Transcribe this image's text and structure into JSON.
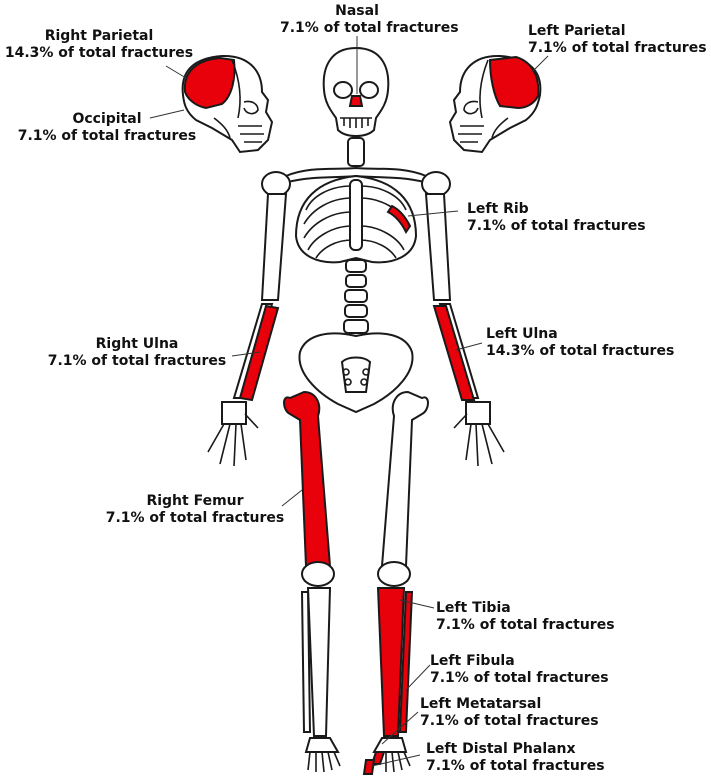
{
  "colors": {
    "fracture": "#e8000b",
    "bone": "#ffffff",
    "outline": "#1a1a1a"
  },
  "labels": {
    "nasal": {
      "name": "Nasal",
      "pct": "7.1% of total fractures"
    },
    "right_parietal": {
      "name": "Right Parietal",
      "pct": "14.3% of total fractures"
    },
    "left_parietal": {
      "name": "Left Parietal",
      "pct": "7.1% of total fractures"
    },
    "occipital": {
      "name": "Occipital",
      "pct": "7.1% of total fractures"
    },
    "left_rib": {
      "name": "Left Rib",
      "pct": "7.1% of total fractures"
    },
    "right_ulna": {
      "name": "Right Ulna",
      "pct": "7.1% of total fractures"
    },
    "left_ulna": {
      "name": "Left Ulna",
      "pct": "14.3% of total fractures"
    },
    "right_femur": {
      "name": "Right Femur",
      "pct": "7.1% of total fractures"
    },
    "left_tibia": {
      "name": "Left Tibia",
      "pct": "7.1% of total fractures"
    },
    "left_fibula": {
      "name": "Left Fibula",
      "pct": "7.1% of total fractures"
    },
    "left_metatarsal": {
      "name": "Left Metatarsal",
      "pct": "7.1% of total fractures"
    },
    "left_distal_phalanx": {
      "name": "Left Distal Phalanx",
      "pct": "7.1% of total fractures"
    }
  }
}
